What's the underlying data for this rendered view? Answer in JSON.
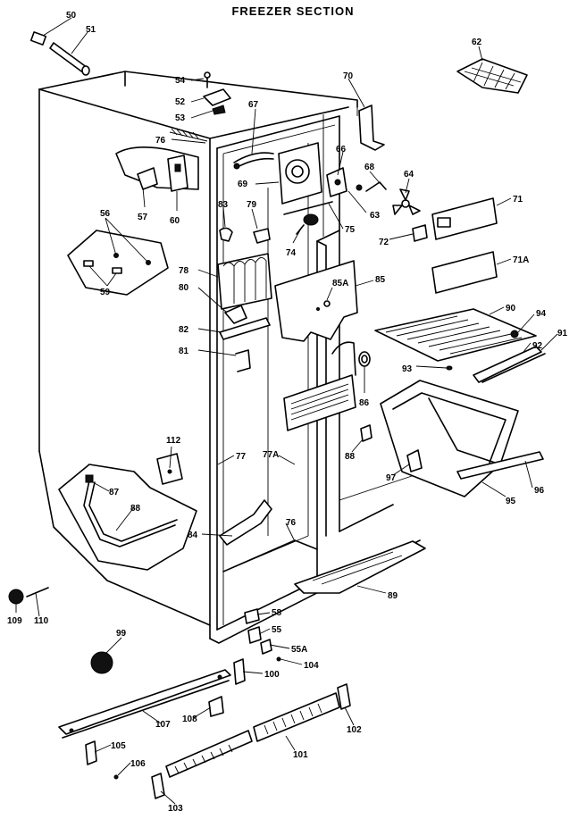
{
  "title": "FREEZER SECTION",
  "callouts": [
    "50",
    "51",
    "54",
    "52",
    "53",
    "67",
    "76",
    "70",
    "62",
    "66",
    "68",
    "69",
    "64",
    "63",
    "57",
    "60",
    "83",
    "79",
    "75",
    "74",
    "71",
    "72",
    "71A",
    "56",
    "59",
    "78",
    "85",
    "85A",
    "80",
    "82",
    "81",
    "90",
    "94",
    "92",
    "91",
    "93",
    "86",
    "88",
    "112",
    "77",
    "77A",
    "87",
    "97",
    "96",
    "95",
    "88",
    "84",
    "76",
    "99",
    "89",
    "58",
    "55",
    "55A",
    "104",
    "100",
    "109",
    "110",
    "107",
    "108",
    "105",
    "106",
    "101",
    "102",
    "103"
  ]
}
